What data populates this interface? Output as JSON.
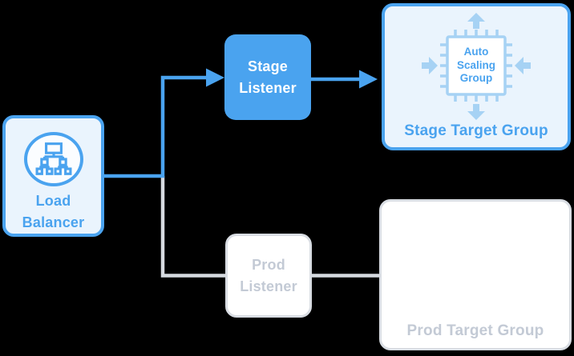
{
  "colors": {
    "accent_blue": "#4AA3EF",
    "light_blue_fill": "#EAF4FD",
    "circle_fill": "#FBFDFF",
    "chip_light_blue": "#A6D2F4",
    "gray_border": "#D9DDE3",
    "gray_text": "#C3CAD5",
    "gray_line": "#D6DAE0",
    "background": "#000000"
  },
  "nodes": {
    "load_balancer": {
      "label": "Load Balancer",
      "icon": "load-balancer-network-tree-icon",
      "state": "active"
    },
    "stage_listener": {
      "label": "Stage Listener",
      "state": "active"
    },
    "prod_listener": {
      "label": "Prod Listener",
      "state": "inactive"
    },
    "stage_target_group": {
      "label": "Stage Target Group",
      "state": "active",
      "chip": {
        "label": "Auto Scaling Group",
        "icon": "auto-scaling-chip-icon"
      }
    },
    "prod_target_group": {
      "label": "Prod Target Group",
      "state": "inactive"
    }
  },
  "edges": [
    {
      "from": "load_balancer",
      "to": "stage_listener",
      "style": "blue-arrow"
    },
    {
      "from": "stage_listener",
      "to": "stage_target_group",
      "style": "blue-arrow"
    },
    {
      "from": "load_balancer",
      "to": "prod_listener",
      "style": "gray-line"
    },
    {
      "from": "prod_listener",
      "to": "prod_target_group",
      "style": "gray-line"
    }
  ]
}
